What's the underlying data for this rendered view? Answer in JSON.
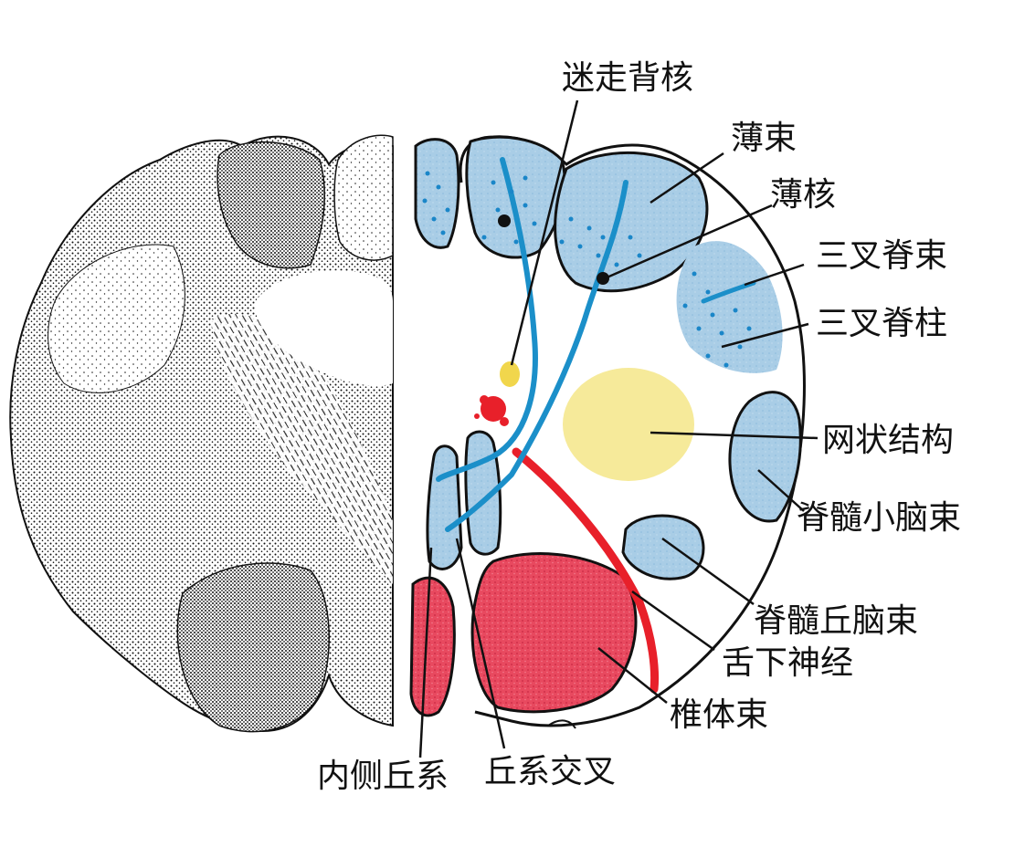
{
  "labels": {
    "dorsal_vagal_nucleus": "迷走背核",
    "fasciculus_gracilis": "薄束",
    "nucleus_gracilis": "薄核",
    "spinal_trigeminal_tract": "三叉脊束",
    "spinal_trigeminal_column": "三叉脊柱",
    "reticular_formation": "网状结构",
    "spinocerebellar_tract": "脊髓小脑束",
    "spinothalamic_tract": "脊髓丘脑束",
    "hypoglossal_nerve": "舌下神经",
    "pyramidal_tract": "椎体束",
    "medial_lemniscus": "内侧丘系",
    "lemniscal_decussation": "丘系交叉"
  },
  "colors": {
    "tract_blue": "#a9cde6",
    "fiber_blue": "#1b8fc9",
    "dot_blue": "#1a86c8",
    "pyramid_red": "#e8495f",
    "nerve_red": "#e8202a",
    "reticular_yellow": "#f6ea9a",
    "vagal_yellow": "#f1d64c",
    "outline": "#111111"
  }
}
